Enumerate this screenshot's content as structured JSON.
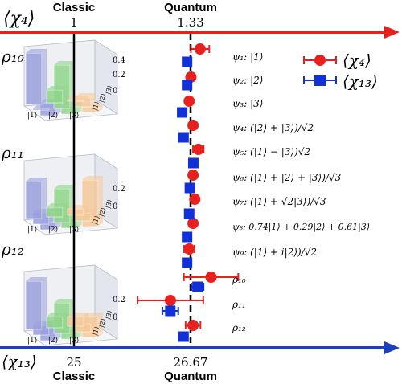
{
  "chart_data": {
    "type": "scatter",
    "top_axis": {
      "label": "⟨χ₄⟩",
      "classic_label": "Classic",
      "quantum_label": "Quantum",
      "classic_value": "1",
      "quantum_value": "1.33",
      "color": "#e8201e"
    },
    "bottom_axis": {
      "label": "⟨χ₁₃⟩",
      "classic_label": "Classic",
      "quantum_label": "Quantum",
      "classic_value": "25",
      "quantum_value": "26.67",
      "color": "#1a3fbf"
    },
    "legend": {
      "chi4": "⟨χ₄⟩",
      "chi13": "⟨χ₁₃⟩",
      "placement": "top-right"
    },
    "states": [
      "ψ₁: |1⟩",
      "ψ₂: |2⟩",
      "ψ₃: |3⟩",
      "ψ₄: (|2⟩ + |3⟩)/√2",
      "ψ₅: (|1⟩ − |3⟩)√2",
      "ψ₆: (|1⟩ + |2⟩ + |3⟩)/√3",
      "ψ₇: (|1⟩ + √2|3⟩)/√3",
      "ψ₈: 0.74|1⟩ + 0.29|2⟩ + 0.61|3⟩",
      "ψ₉: (|1⟩ + i|2⟩)/√2",
      "ρ₁₀",
      "ρ₁₁",
      "ρ₁₂"
    ],
    "chi4": [
      {
        "value": 1.357,
        "err": 0.026
      },
      {
        "value": 1.331,
        "err": 0
      },
      {
        "value": 1.326,
        "err": 0
      },
      {
        "value": 1.337,
        "err": 0
      },
      {
        "value": 1.352,
        "err": 0.015
      },
      {
        "value": 1.337,
        "err": 0
      },
      {
        "value": 1.342,
        "err": 0
      },
      {
        "value": 1.337,
        "err": 0
      },
      {
        "value": 1.326,
        "err": 0.015
      },
      {
        "value": 1.388,
        "err": 0.077
      },
      {
        "value": 1.273,
        "err": 0.093
      },
      {
        "value": 1.337,
        "err": 0.021
      }
    ],
    "chi13": [
      {
        "value": 26.62,
        "err": 0.043
      },
      {
        "value": 26.62,
        "err": 0
      },
      {
        "value": 26.55,
        "err": 0
      },
      {
        "value": 26.57,
        "err": 0
      },
      {
        "value": 26.71,
        "err": 0.021
      },
      {
        "value": 26.66,
        "err": 0.021
      },
      {
        "value": 26.65,
        "err": 0
      },
      {
        "value": 26.62,
        "err": 0
      },
      {
        "value": 26.62,
        "err": 0.029
      },
      {
        "value": 26.77,
        "err": 0.086
      },
      {
        "value": 26.38,
        "err": 0.114
      },
      {
        "value": 26.57,
        "err": 0.029
      }
    ],
    "density_matrices": [
      {
        "name": "ρ₁₀",
        "ticks": [
          "0.4",
          "0.2",
          "0"
        ],
        "basis": [
          "|1⟩",
          "|2⟩",
          "|3⟩"
        ]
      },
      {
        "name": "ρ₁₁",
        "ticks": [
          "0.2",
          "0"
        ],
        "basis": [
          "|1⟩",
          "|2⟩",
          "|3⟩"
        ]
      },
      {
        "name": "ρ₁₂",
        "ticks": [
          "0.2",
          "0"
        ],
        "basis": [
          "|1⟩",
          "|2⟩",
          "|3⟩"
        ]
      }
    ],
    "colors": {
      "chi4": "#e8201e",
      "chi13": "#1230d8",
      "bar_blue": "#9aa0dc",
      "bar_green": "#8fd58a",
      "bar_orange": "#f6c99a"
    }
  }
}
